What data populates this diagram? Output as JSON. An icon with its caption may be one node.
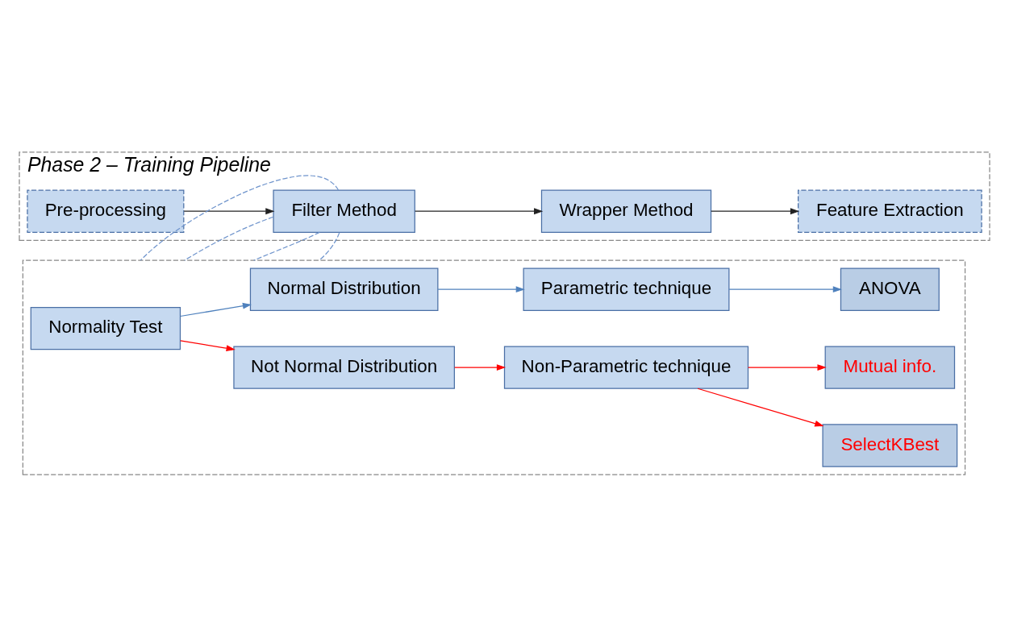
{
  "diagram": {
    "nodes": [
      {
        "text": [
          "Phase 2 – Training Pipeline"
        ]
      },
      {
        "text": [
          "Pre-processing"
        ],
        "in": 0
      },
      {
        "text": [
          "Filter Method"
        ],
        "in": 0
      },
      {
        "text": [
          "Wrapper Method"
        ],
        "in": 0
      },
      {
        "text": [
          "Feature Extraction"
        ],
        "in": 0
      },
      {
        "text": [],
        "shape": "box"
      },
      {
        "text": [
          "Normality Test"
        ],
        "in": 5
      },
      {
        "text": [
          "Normal Distribution"
        ],
        "in": 5
      },
      {
        "text": [
          "Not Normal Distribution"
        ],
        "in": 5
      },
      {
        "text": [
          "Parametric technique"
        ],
        "in": 5
      },
      {
        "text": [
          "Non-Parametric technique"
        ],
        "in": 5
      },
      {
        "text": [
          "ANOVA"
        ],
        "in": 5
      },
      {
        "text": [
          "Mutual info."
        ],
        "in": 5
      },
      {
        "text": [
          "SelectKBest"
        ],
        "in": 5
      }
    ],
    "edges": [
      {
        "from": 1,
        "to": 2,
        "arrow": "to",
        "color": "#222222"
      },
      {
        "from": 2,
        "to": 3,
        "arrow": "to",
        "color": "#222222"
      },
      {
        "from": 3,
        "to": 4,
        "arrow": "to",
        "color": "#222222"
      },
      {
        "from": 2,
        "to": 5,
        "arrow": "none",
        "style": "dashed",
        "color": "#6f94cc"
      },
      {
        "from": 2,
        "to": 5,
        "arrow": "none",
        "style": "dashed",
        "color": "#6f94cc"
      },
      {
        "from": 2,
        "to": 5,
        "arrow": "none",
        "style": "dashed",
        "color": "#6f94cc"
      },
      {
        "from": 2,
        "to": 5,
        "arrow": "none",
        "style": "dashed",
        "color": "#6f94cc"
      },
      {
        "from": 6,
        "to": 7,
        "arrow": "to",
        "color": "#4f81bd"
      },
      {
        "from": 6,
        "to": 8,
        "arrow": "to",
        "color": "#ff0000"
      },
      {
        "from": 7,
        "to": 9,
        "arrow": "to",
        "color": "#4f81bd"
      },
      {
        "from": 9,
        "to": 11,
        "arrow": "to",
        "color": "#4f81bd"
      },
      {
        "from": 8,
        "to": 10,
        "arrow": "to",
        "color": "#ff0000"
      },
      {
        "from": 10,
        "to": 12,
        "arrow": "to",
        "color": "#ff0000"
      },
      {
        "from": 10,
        "to": 13,
        "arrow": "to",
        "color": "#ff0000"
      }
    ]
  }
}
